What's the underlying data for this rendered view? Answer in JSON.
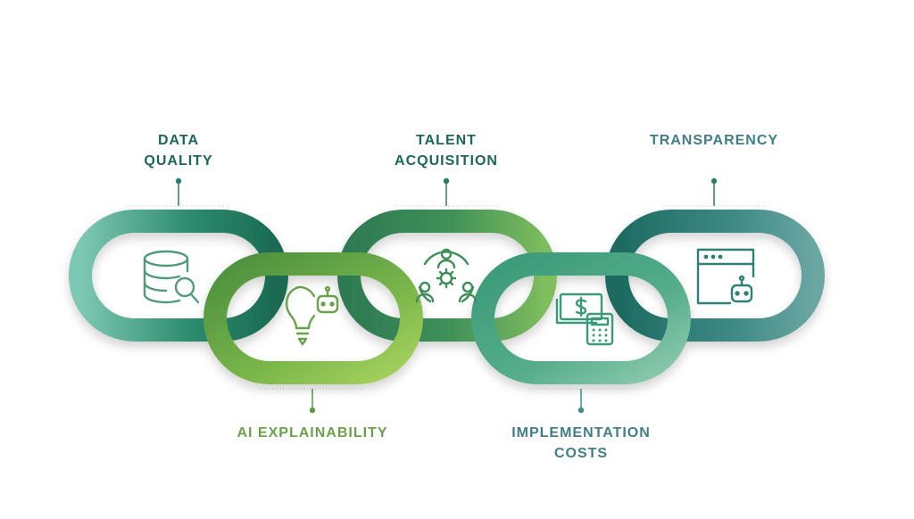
{
  "labels": {
    "data_quality": [
      "DATA",
      "QUALITY"
    ],
    "talent_acquisition": [
      "TALENT",
      "ACQUISITION"
    ],
    "transparency": [
      "TRANSPARENCY"
    ],
    "ai_explainability": [
      "AI EXPLAINABILITY"
    ],
    "implementation_costs": [
      "IMPLEMENTATION",
      "COSTS"
    ]
  },
  "icons": {
    "link1": "database-search-icon",
    "link2": "lightbulb-robot-icon",
    "link3": "team-gear-icon",
    "link4": "money-calculator-icon",
    "link5": "browser-robot-icon"
  },
  "colors": {
    "dark_teal": "#1f6e5e",
    "teal": "#3f8f86",
    "mint": "#7fc4ae",
    "green": "#5c9e45",
    "light_green": "#9ccb5a",
    "label_dark": "#1d6757",
    "label_green": "#6aa24a",
    "label_teal": "#3f7f84",
    "icon_stroke": "#4f9a78"
  }
}
